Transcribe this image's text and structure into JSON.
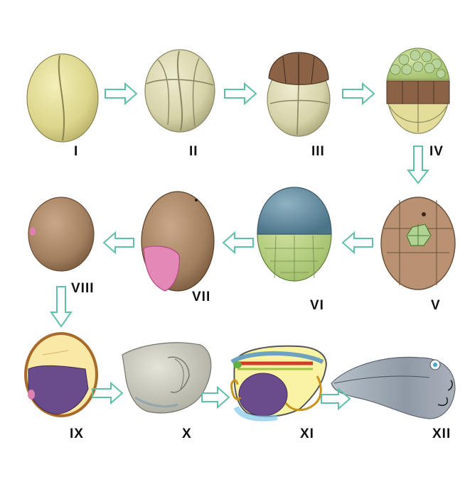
{
  "figure": {
    "stages": [
      {
        "numeral": "I"
      },
      {
        "numeral": "II"
      },
      {
        "numeral": "III"
      },
      {
        "numeral": "IV"
      },
      {
        "numeral": "V"
      },
      {
        "numeral": "VI"
      },
      {
        "numeral": "VII"
      },
      {
        "numeral": "VIII"
      },
      {
        "numeral": "IX"
      },
      {
        "numeral": "X"
      },
      {
        "numeral": "XI"
      },
      {
        "numeral": "XII"
      }
    ],
    "colors": {
      "arrow_outline": "#5fc0a8",
      "yolk_yellow": "#e8e39a",
      "animal_pole_brown": "#8a6246",
      "micromere_green": "#a8c98a",
      "ectoderm_blue": "#5d8aa0",
      "blastopore_pink": "#e080b0",
      "endoderm_purple": "#6a4c8c",
      "tadpole_gray": "#9aa4b0"
    }
  }
}
